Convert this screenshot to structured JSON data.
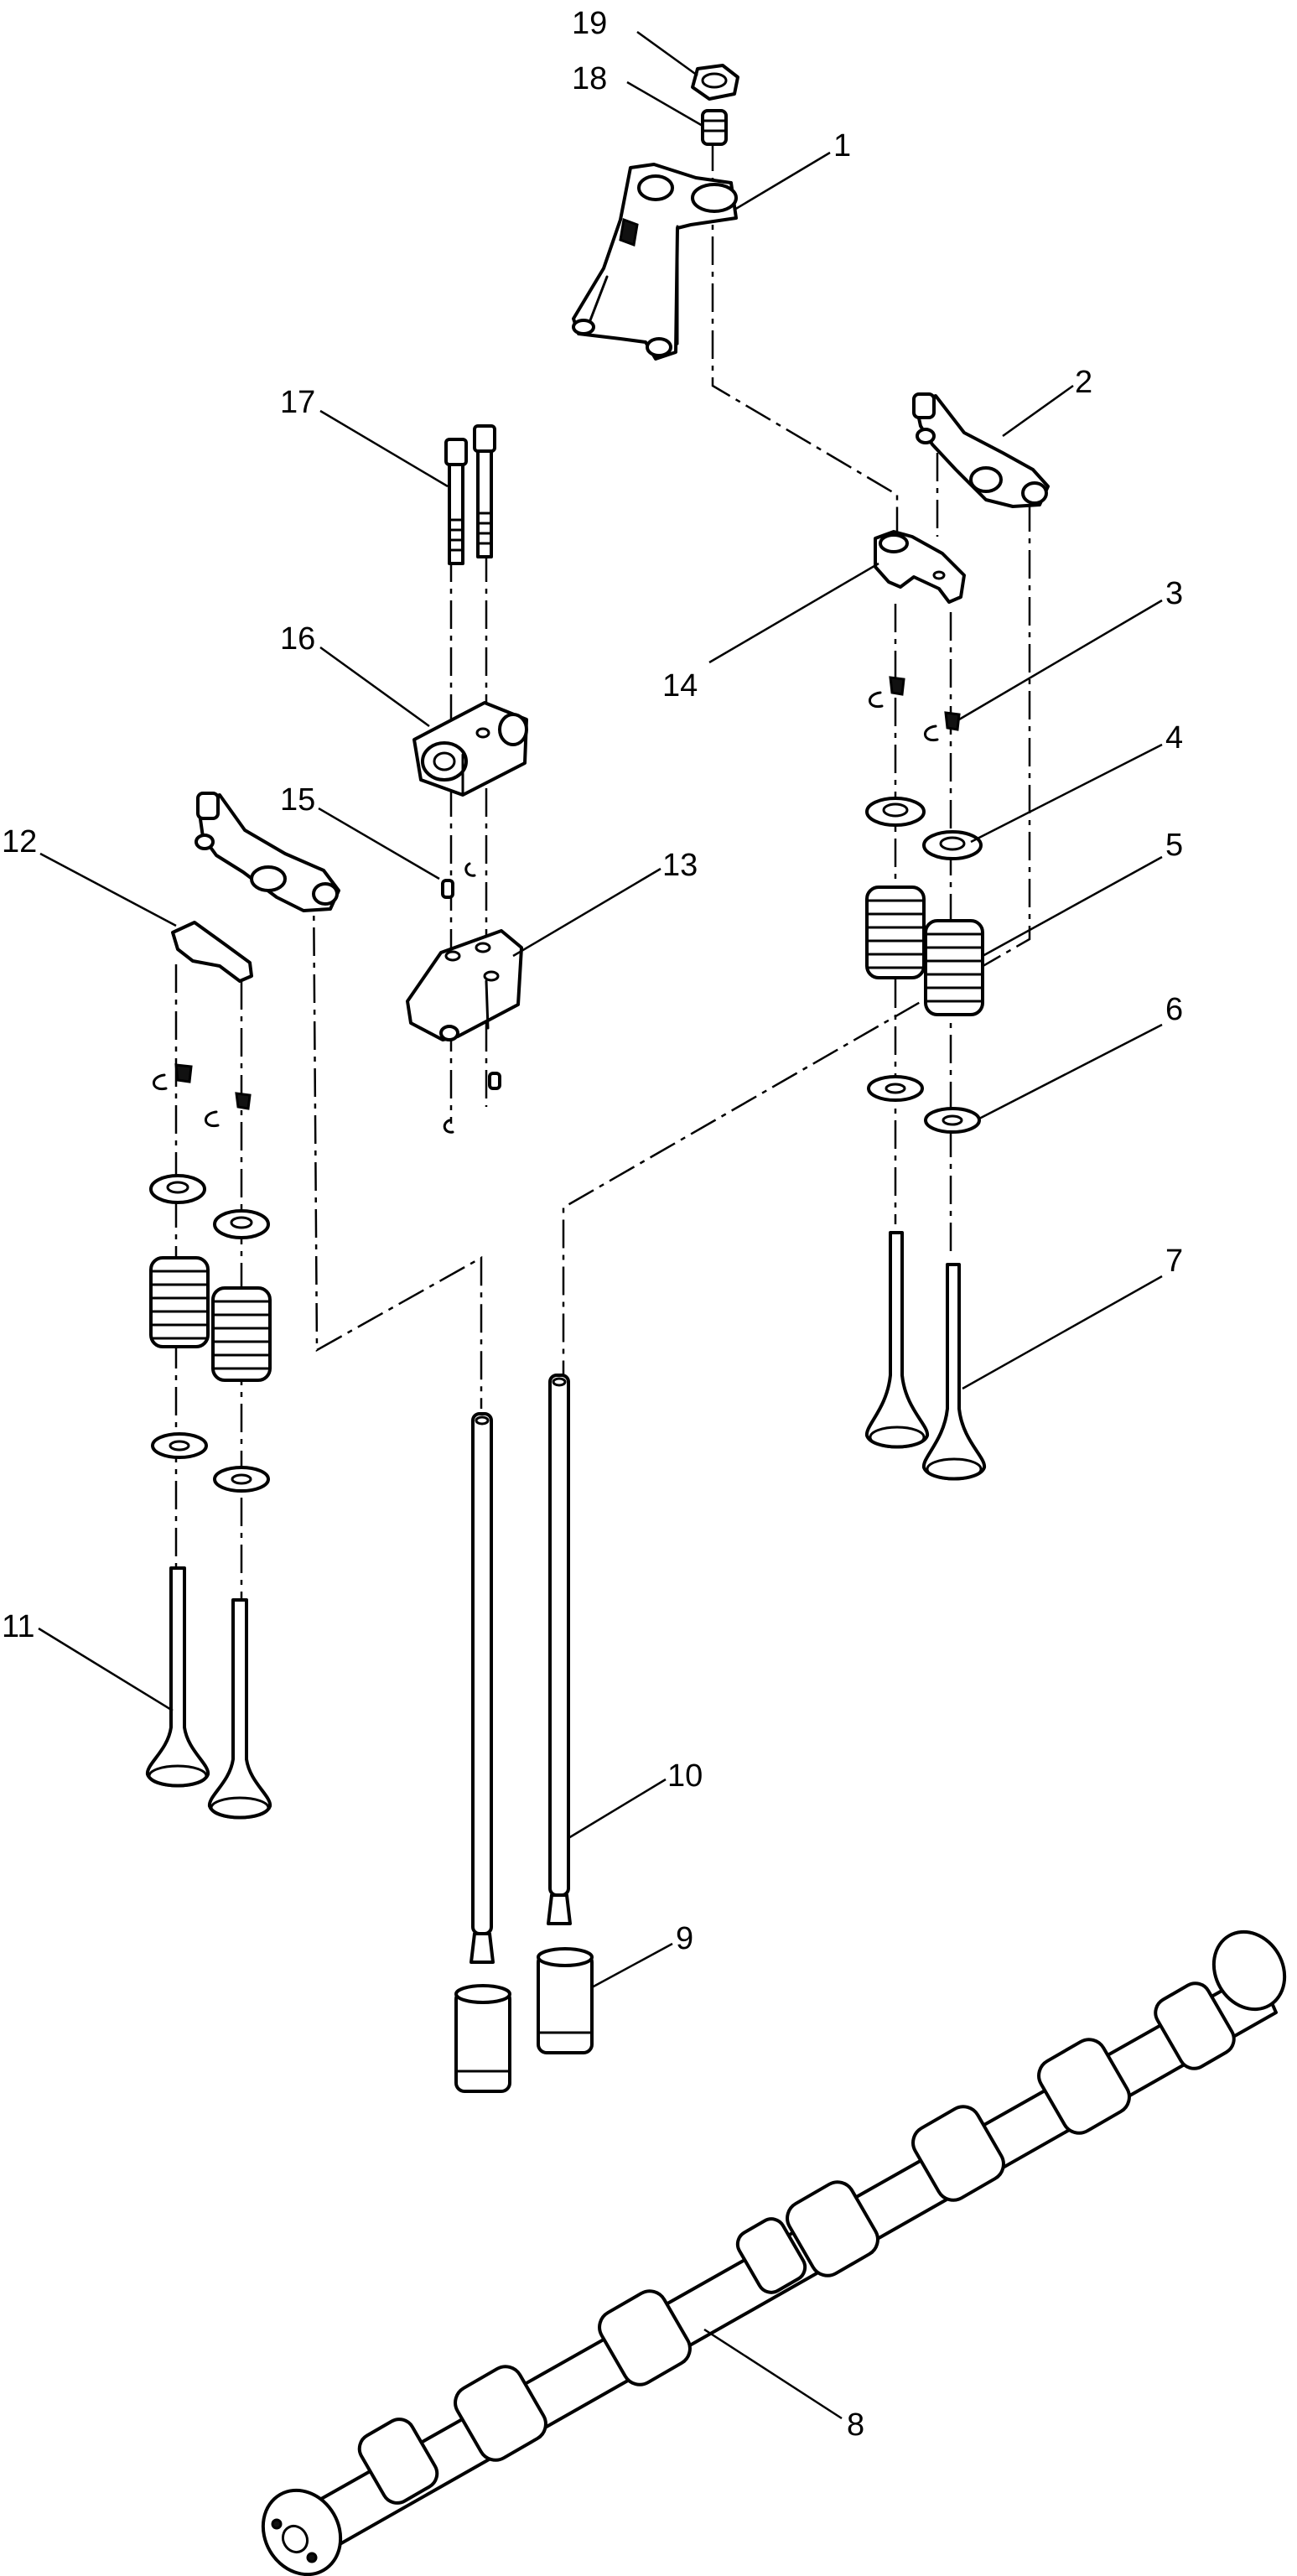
{
  "callouts": [
    {
      "number": "1",
      "part": "rocker-arm-bracket"
    },
    {
      "number": "2",
      "part": "rocker-arm-right-upper"
    },
    {
      "number": "3",
      "part": "valve-keepers-right"
    },
    {
      "number": "4",
      "part": "spring-retainer-right"
    },
    {
      "number": "5",
      "part": "valve-springs-right"
    },
    {
      "number": "6",
      "part": "spring-seat-washer-right"
    },
    {
      "number": "7",
      "part": "valves-right"
    },
    {
      "number": "8",
      "part": "camshaft"
    },
    {
      "number": "9",
      "part": "tappets"
    },
    {
      "number": "10",
      "part": "pushrods"
    },
    {
      "number": "11",
      "part": "valves-left"
    },
    {
      "number": "12",
      "part": "rocker-arm-left"
    },
    {
      "number": "13",
      "part": "rocker-support-lower"
    },
    {
      "number": "14",
      "part": "valve-bridge-right"
    },
    {
      "number": "15",
      "part": "dowel-pins"
    },
    {
      "number": "16",
      "part": "rocker-support-upper"
    },
    {
      "number": "17",
      "part": "bolts"
    },
    {
      "number": "18",
      "part": "adjusting-screw"
    },
    {
      "number": "19",
      "part": "nut"
    }
  ]
}
